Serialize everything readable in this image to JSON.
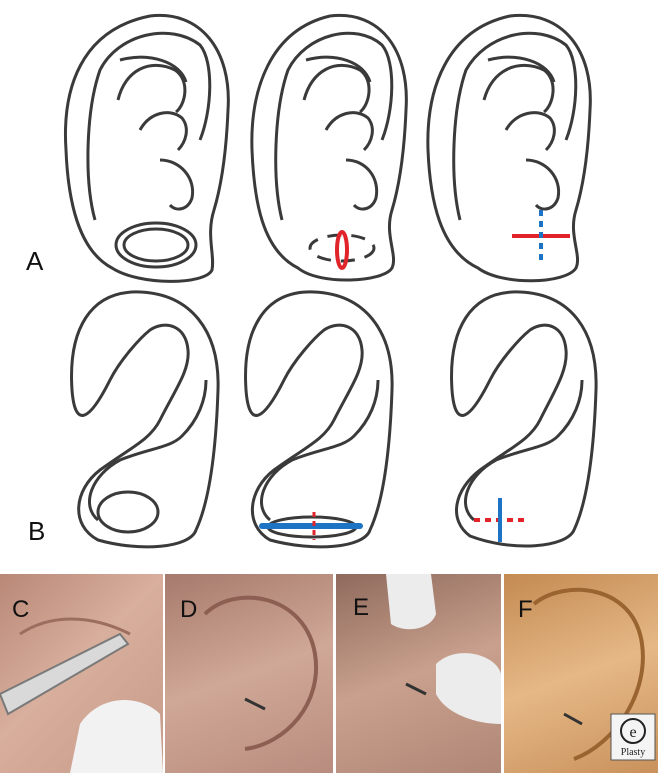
{
  "figure": {
    "row_labels": {
      "a": "A",
      "b": "B"
    },
    "panel_labels": {
      "c": "C",
      "d": "D",
      "e": "E",
      "f": "F"
    },
    "logo_text": "ePlasty",
    "colors": {
      "outline": "#3a3a3a",
      "red_mark": "#e0242a",
      "blue_mark": "#1d74c4",
      "skin_c": "#c99b88",
      "skin_d": "#c39a8b",
      "skin_e": "#c89982",
      "skin_f": "#d7a371"
    }
  }
}
